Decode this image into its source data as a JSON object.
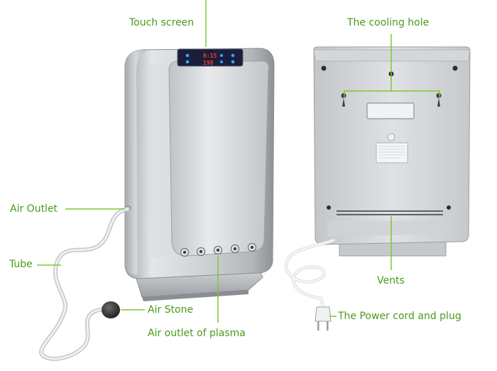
{
  "labels": {
    "touch_screen": "Touch screen",
    "cooling_hole": "The cooling hole",
    "air_outlet": "Air Outlet",
    "tube": "Tube",
    "air_stone": "Air Stone",
    "air_outlet_plasma": "Air outlet of plasma",
    "vents": "Vents",
    "power_cord": "The Power cord and plug"
  },
  "display": {
    "top_readout": "8:15",
    "bottom_readout": "198"
  },
  "colors": {
    "label_text": "#4a9a1c",
    "leader_line": "#7ec832",
    "device_silver": "#c9cccf",
    "display_bg": "#1a1e3a",
    "display_digits": "#ff3a2a",
    "touch_icons": "#3fa3ff"
  }
}
